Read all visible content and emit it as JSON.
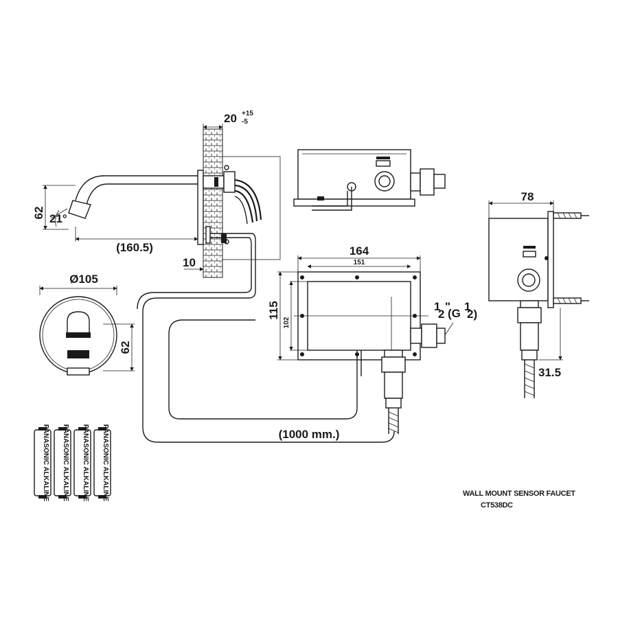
{
  "dimensions": {
    "wall_thickness": "20",
    "wall_tol_plus": "+15",
    "wall_tol_minus": "-5",
    "spout_height": "62",
    "spout_angle": "21°",
    "spout_reach": "(160.5)",
    "plate_offset": "10",
    "plate_diameter": "Ø105",
    "plate_height": "62",
    "box_width": "164",
    "box_inner_width": "151",
    "box_height": "115",
    "box_inner_height": "102",
    "inlet_frac_num": "1",
    "inlet_frac_den": "2",
    "inlet_thread": "(G",
    "inlet_thread_num": "1",
    "inlet_thread_den": "2)",
    "cable_length": "(1000 mm.)",
    "side_width": "78",
    "side_depth": "31.5"
  },
  "battery_label": "PANASONIC ALKALINE",
  "title": {
    "line1": "WALL MOUNT SENSOR FAUCET",
    "line2": "CT538DC"
  }
}
